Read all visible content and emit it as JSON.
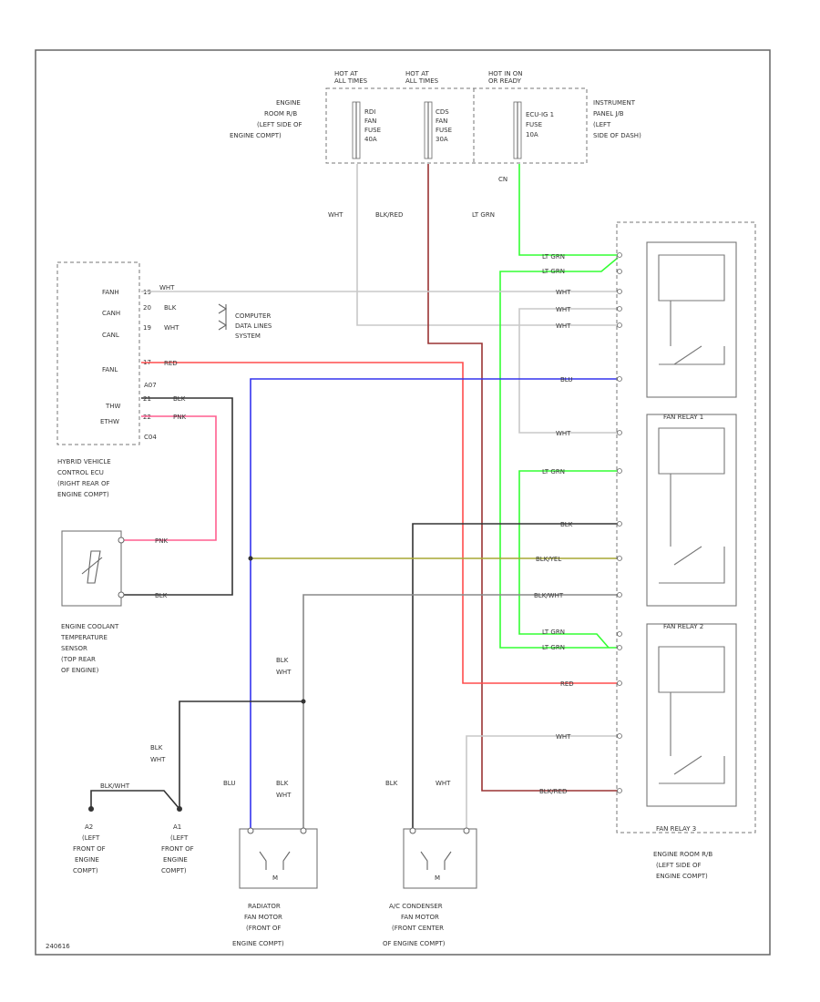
{
  "colors": {
    "wht": "#c8c8c8",
    "blk_red": "#9a3333",
    "lt_grn": "#33ff33",
    "red": "#ff4d4d",
    "pnk": "#ff5f8f",
    "blu": "#3333ee",
    "blk": "#333333",
    "blk_yel": "#a7a733",
    "blk_wht": "#888888",
    "outline": "#666666"
  },
  "fuses": {
    "f1_hot": [
      "HOT AT",
      "ALL TIMES"
    ],
    "f1_name": [
      "RDI",
      "FAN",
      "FUSE",
      "40A"
    ],
    "f2_hot": [
      "HOT AT",
      "ALL TIMES"
    ],
    "f2_name": [
      "CDS",
      "FAN",
      "FUSE",
      "30A"
    ],
    "f3_hot": [
      "HOT IN ON",
      "OR READY"
    ],
    "f3_name": [
      "ECU-IG 1",
      "FUSE",
      "10A"
    ],
    "left_location": [
      "ENGINE",
      "ROOM R/B",
      "(LEFT SIDE OF",
      "ENGINE COMPT)"
    ],
    "right_location": [
      "INSTRUMENT",
      "PANEL J/B",
      "(LEFT",
      "SIDE OF DASH)"
    ],
    "conn_label": "CN"
  },
  "ecu": {
    "pins": [
      "FANH",
      "CANH",
      "CANL",
      "FANL",
      "THW",
      "ETHW"
    ],
    "pin_nums": [
      "19",
      "20",
      "19",
      "17",
      "21",
      "22"
    ],
    "conn_a": "A07",
    "conn_b": "C04",
    "name": [
      "HYBRID VEHICLE",
      "CONTROL ECU",
      "(RIGHT REAR OF",
      "ENGINE COMPT)"
    ],
    "data_lines": [
      "COMPUTER",
      "DATA LINES",
      "SYSTEM"
    ]
  },
  "wire_labels": {
    "wht": "WHT",
    "blk_red": "BLK/RED",
    "lt_grn": "LT GRN",
    "red": "RED",
    "blu": "BLU",
    "blk": "BLK",
    "pnk": "PNK",
    "blk_yel": "BLK/YEL",
    "blk_wht": "BLK/WHT"
  },
  "sensor": [
    "ENGINE COOLANT",
    "TEMPERATURE",
    "SENSOR",
    "(TOP REAR",
    "OF ENGINE)"
  ],
  "grounds": {
    "a2": [
      "A2",
      "(LEFT",
      "FRONT OF",
      "ENGINE",
      "COMPT)"
    ],
    "a1": [
      "A1",
      "(LEFT",
      "FRONT OF",
      "ENGINE",
      "COMPT)"
    ]
  },
  "motors": {
    "radiator": [
      "RADIATOR",
      "FAN MOTOR",
      "(FRONT OF",
      "ENGINE COMPT)"
    ],
    "condenser": [
      "A/C CONDENSER",
      "FAN MOTOR",
      "(FRONT CENTER",
      "OF ENGINE COMPT)"
    ],
    "symbol": "M"
  },
  "relays": {
    "relay1": "FAN RELAY 1",
    "relay2": "FAN RELAY 2",
    "relay3": "FAN RELAY 3",
    "location": [
      "ENGINE ROOM R/B",
      "(LEFT SIDE OF",
      "ENGINE COMPT)"
    ]
  },
  "figure_id": "240616"
}
